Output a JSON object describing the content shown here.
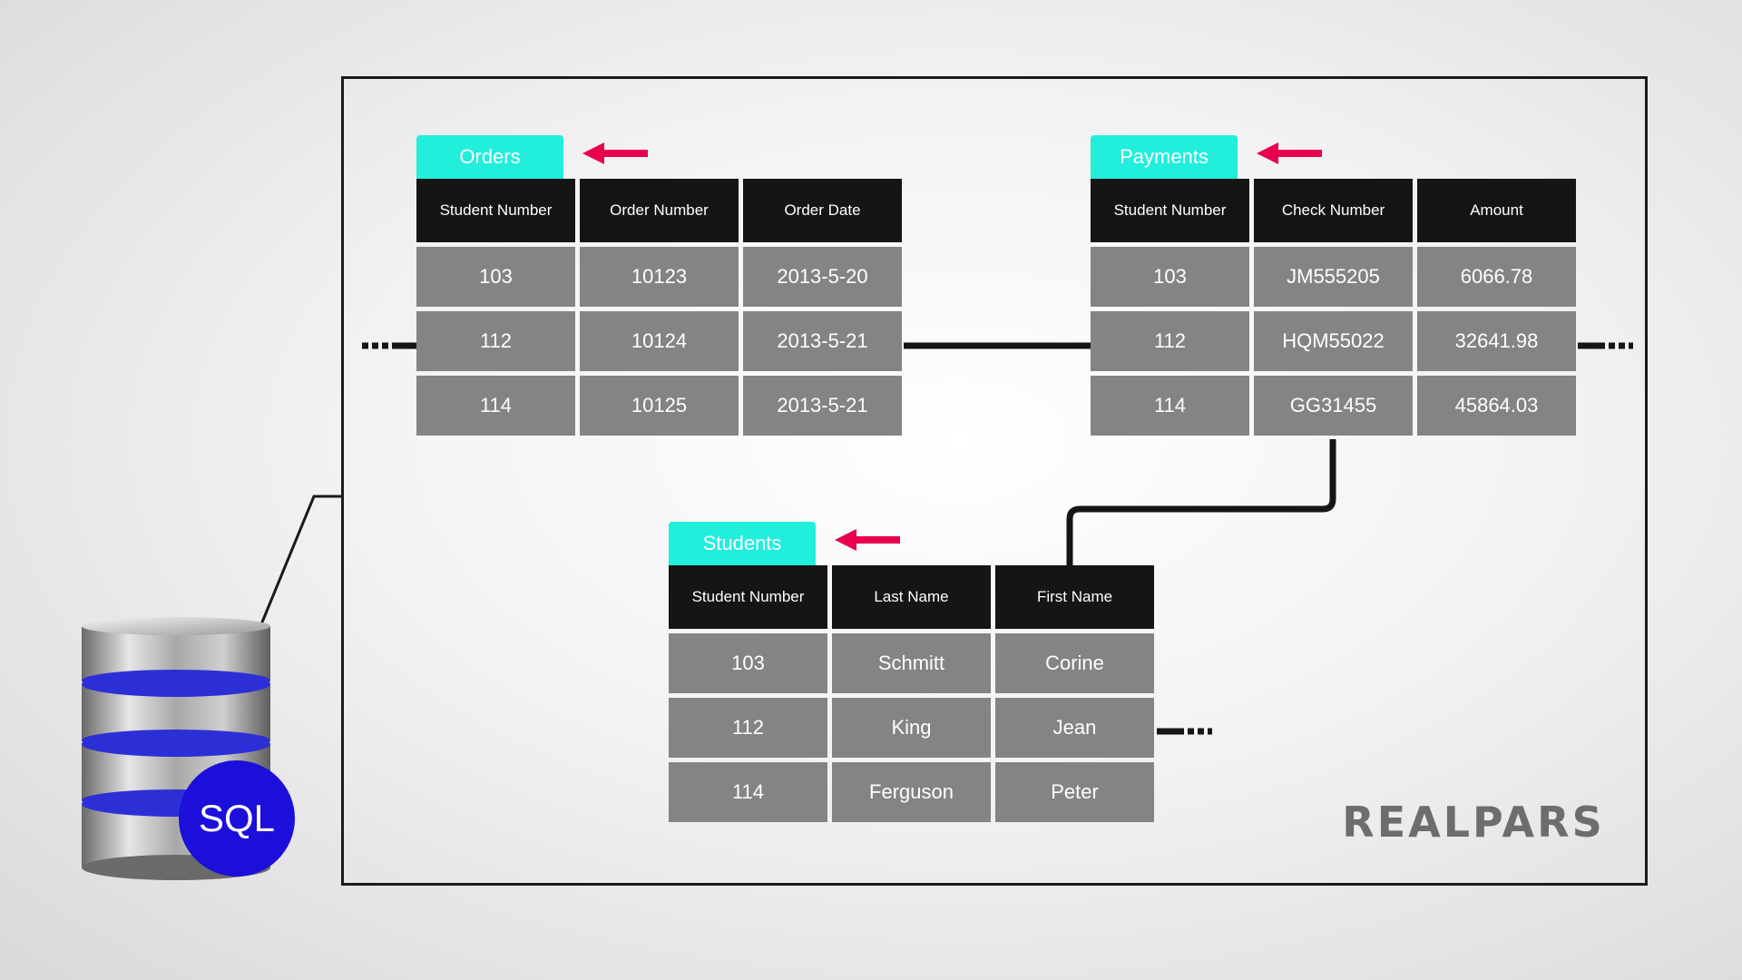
{
  "tables": {
    "orders": {
      "name": "Orders",
      "columns": [
        "Student Number",
        "Order Number",
        "Order Date"
      ],
      "rows": [
        [
          "103",
          "10123",
          "2013-5-20"
        ],
        [
          "112",
          "10124",
          "2013-5-21"
        ],
        [
          "114",
          "10125",
          "2013-5-21"
        ]
      ]
    },
    "payments": {
      "name": "Payments",
      "columns": [
        "Student Number",
        "Check Number",
        "Amount"
      ],
      "rows": [
        [
          "103",
          "JM555205",
          "6066.78"
        ],
        [
          "112",
          "HQM55022",
          "32641.98"
        ],
        [
          "114",
          "GG31455",
          "45864.03"
        ]
      ]
    },
    "students": {
      "name": "Students",
      "columns": [
        "Student Number",
        "Last Name",
        "First Name"
      ],
      "rows": [
        [
          "103",
          "Schmitt",
          "Corine"
        ],
        [
          "112",
          "King",
          "Jean"
        ],
        [
          "114",
          "Ferguson",
          "Peter"
        ]
      ]
    }
  },
  "database_icon": {
    "icon": "database-icon",
    "badge": "SQL"
  },
  "logo": "REALPARS",
  "colors": {
    "tab": "#22eedc",
    "arrow": "#e8004f",
    "header": "#151515",
    "cell": "#848484",
    "badge": "#1c0fd9",
    "logo": "#6d6d6d"
  }
}
